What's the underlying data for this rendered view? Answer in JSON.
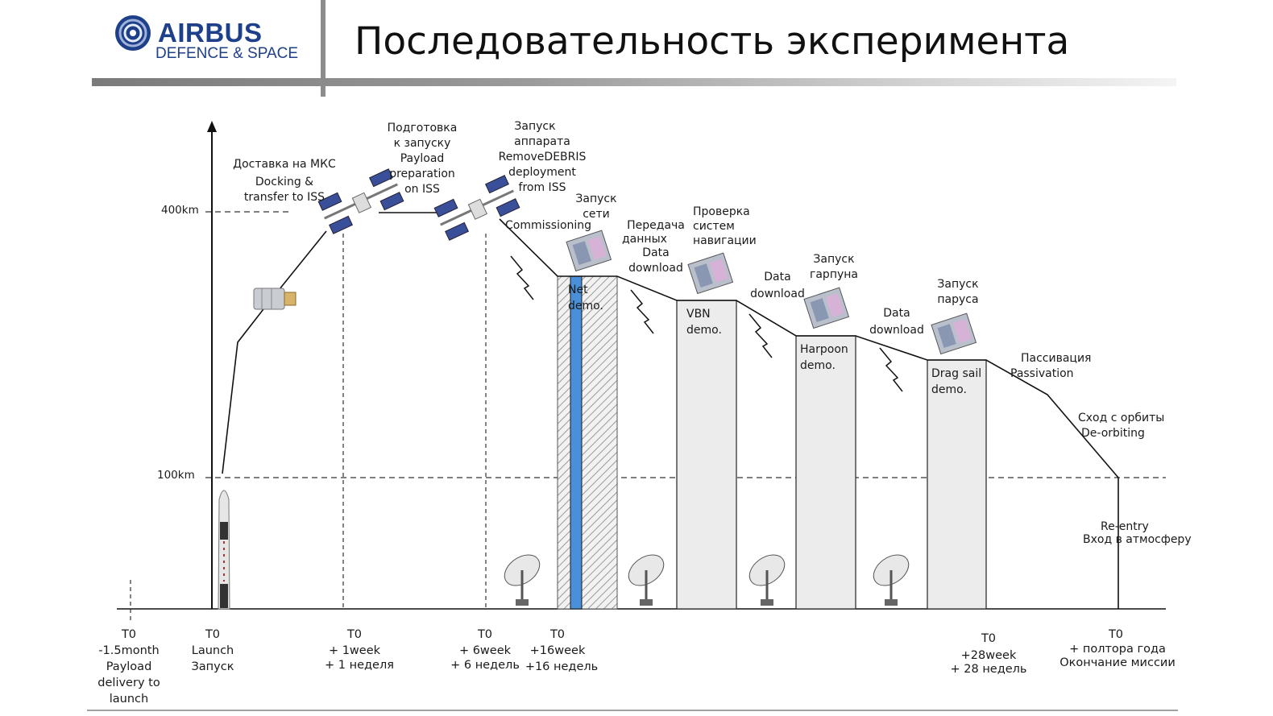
{
  "header": {
    "logo_main": "AIRBUS",
    "logo_sub": "DEFENCE & SPACE",
    "title": "Последовательность эксперимента"
  },
  "axis": {
    "alt_400": "400km",
    "alt_100": "100km"
  },
  "phases": {
    "delivery": [
      "Доставка на МКС",
      "Docking &",
      "transfer to ISS"
    ],
    "prep": [
      "Подготовка",
      "к запуску",
      "Payload",
      "preparation",
      "on ISS"
    ],
    "deploy": [
      "Запуск",
      "аппарата",
      "RemoveDEBRIS",
      "deployment",
      "from ISS"
    ],
    "net_launch": [
      "Запуск",
      "сети"
    ],
    "commissioning": "Commissioning",
    "data1": [
      "Передача",
      "данных",
      "Data",
      "download"
    ],
    "nav_check": [
      "Проверка",
      "систем",
      "навигации"
    ],
    "data2": [
      "Data",
      "download"
    ],
    "harpoon_launch": [
      "Запуск",
      "гарпуна"
    ],
    "data3": [
      "Data",
      "download"
    ],
    "sail_launch": [
      "Запуск",
      "паруса"
    ],
    "passivation": [
      "Пассивация",
      "Passivation"
    ],
    "deorbit": [
      "Сход с орбиты",
      "De-orbiting"
    ],
    "reentry": [
      "Re-entry",
      "Вход в атмосферу"
    ]
  },
  "demos": {
    "net": [
      "Net",
      "demo."
    ],
    "vbn": [
      "VBN",
      "demo."
    ],
    "harpoon": [
      "Harpoon",
      "demo."
    ],
    "sail": [
      "Drag sail",
      "demo."
    ]
  },
  "timeline": {
    "t1": [
      "T0",
      "-1.5month",
      "Payload",
      "delivery to",
      "launch"
    ],
    "t2": [
      "T0",
      "Launch",
      "Запуск"
    ],
    "t3": [
      "T0",
      "+ 1week",
      "+ 1 неделя"
    ],
    "t4": [
      "T0",
      "+ 6week",
      "+ 6 недель"
    ],
    "t5": [
      "T0",
      "+16week",
      "+16 недель"
    ],
    "t6": [
      "T0",
      "+28week",
      "+ 28 недель"
    ],
    "t7": [
      "T0",
      "+ полтора года",
      "Окончание миссии"
    ]
  },
  "colors": {
    "brand": "#1e3f8a",
    "demo_fill": "#ececec",
    "net_stripe": "#4a90d9"
  }
}
